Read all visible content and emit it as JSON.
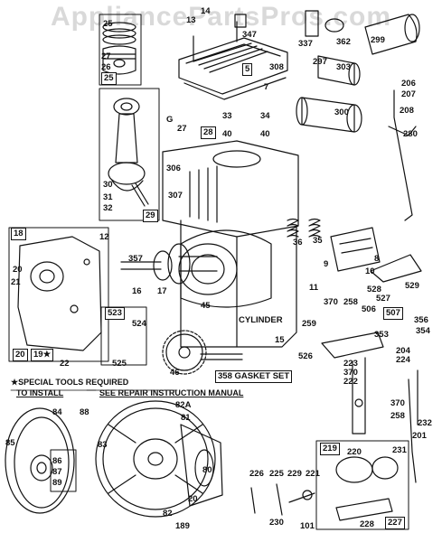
{
  "watermark": "AppliancePartsPros.com",
  "labels": {
    "l13": "13",
    "l14": "14",
    "l347": "347",
    "l337": "337",
    "l362": "362",
    "l299": "299",
    "l25a": "25",
    "l27a": "27",
    "l26": "26",
    "l25b": "25",
    "l5": "5",
    "l308": "308",
    "l7": "7",
    "l297": "297",
    "l303": "303",
    "l206": "206",
    "l207": "207",
    "lG": "G",
    "l27b": "27",
    "l28": "28",
    "l33": "33",
    "l34": "34",
    "l40a": "40",
    "l40b": "40",
    "l300": "300",
    "l208": "208",
    "l280": "280",
    "l306": "306",
    "l307": "307",
    "l30": "30",
    "l31": "31",
    "l32": "32",
    "l29": "29",
    "l18": "18",
    "l12": "12",
    "l20a": "20",
    "l21": "21",
    "l20b": "20",
    "l19": "19",
    "l22": "22",
    "l357": "357",
    "l16": "16",
    "l17": "17",
    "l36": "36",
    "l35": "35",
    "l9": "9",
    "l8": "8",
    "l10": "10",
    "l528": "528",
    "l527": "527",
    "l529": "529",
    "l11": "11",
    "l370a": "370",
    "l258a": "258",
    "l45": "45",
    "lCyl": "CYLINDER",
    "l259": "259",
    "l15": "15",
    "l506": "506",
    "l507": "507",
    "l356": "356",
    "l354": "354",
    "l353": "353",
    "l523": "523",
    "l524": "524",
    "l525": "525",
    "l526": "526",
    "l46": "46",
    "l204": "204",
    "l224": "224",
    "l223": "223",
    "l370b": "370",
    "l222": "222",
    "l82A": "82A",
    "l81": "81",
    "l84": "84",
    "l88": "88",
    "l85": "85",
    "l83": "83",
    "l86": "86",
    "l87": "87",
    "l89": "89",
    "l80": "80",
    "l20c": "20",
    "l82": "82",
    "l189": "189",
    "l370c": "370",
    "l258b": "258",
    "l232": "232",
    "l201": "201",
    "l219": "219",
    "l220": "220",
    "l231": "231",
    "l226": "226",
    "l225": "225",
    "l229": "229",
    "l221": "221",
    "l230": "230",
    "l101": "101",
    "l228": "228",
    "l227": "227"
  },
  "gasket_set": "358 GASKET SET",
  "special_tools_line1": "★SPECIAL TOOLS REQUIRED",
  "special_tools_line2": "TO INSTALL",
  "special_tools_line3": "SEE REPAIR INSTRUCTION MANUAL",
  "star_label": "19★"
}
